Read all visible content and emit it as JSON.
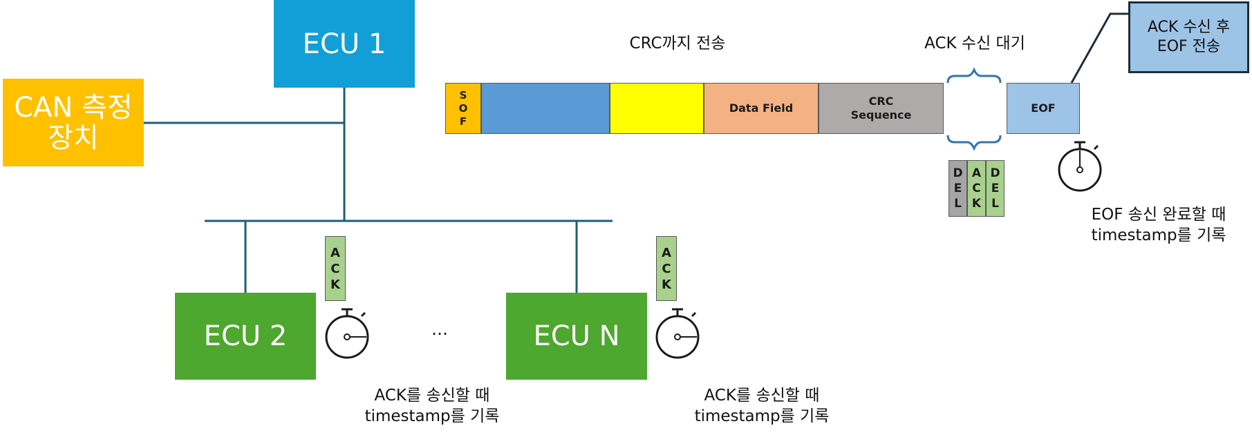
{
  "nodes": {
    "ecu1": "ECU 1",
    "can_device": "CAN 측정\n장치",
    "ecu2": "ECU 2",
    "ecuN": "ECU N",
    "ellipsis": "…",
    "ack_done": "ACK 수신 후\nEOF 전송"
  },
  "captions": {
    "crc_send": "CRC까지 전송",
    "ack_wait": "ACK 수신 대기",
    "eof_record": "EOF 송신 완료할 때\ntimestamp를 기록",
    "ack_record_ecu2": "ACK를 송신할 때\ntimestamp를 기록",
    "ack_record_ecuN": "ACK를 송신할 때\ntimestamp를 기록"
  },
  "frame": {
    "sof": "SOF",
    "data_field": "Data Field",
    "crc_sequence": "CRC\nSequence",
    "eof": "EOF"
  },
  "ack_slot": {
    "del1": "DEL",
    "ack": "ACK",
    "del2": "DEL"
  },
  "ack_tags": {
    "ecu2": "ACK",
    "ecuN": "ACK"
  },
  "icons": [
    "stopwatch-icon",
    "stopwatch-icon",
    "stopwatch-icon"
  ],
  "colors": {
    "ecu1": "#129fd8",
    "can_device": "#ffc000",
    "ecu_green": "#4ea72e",
    "line": "#1f5c7a",
    "sof": "#ffc000",
    "blue_field": "#5b9bd5",
    "yellow_field": "#ffff00",
    "data_field": "#f4b183",
    "crc_field": "#aeaaaa",
    "eof_field": "#9dc3e6",
    "ack_green": "#a9d18e",
    "del_gray": "#a5a5a5",
    "callout_box": "#9dc3e6",
    "brace": "#2e75b6"
  }
}
